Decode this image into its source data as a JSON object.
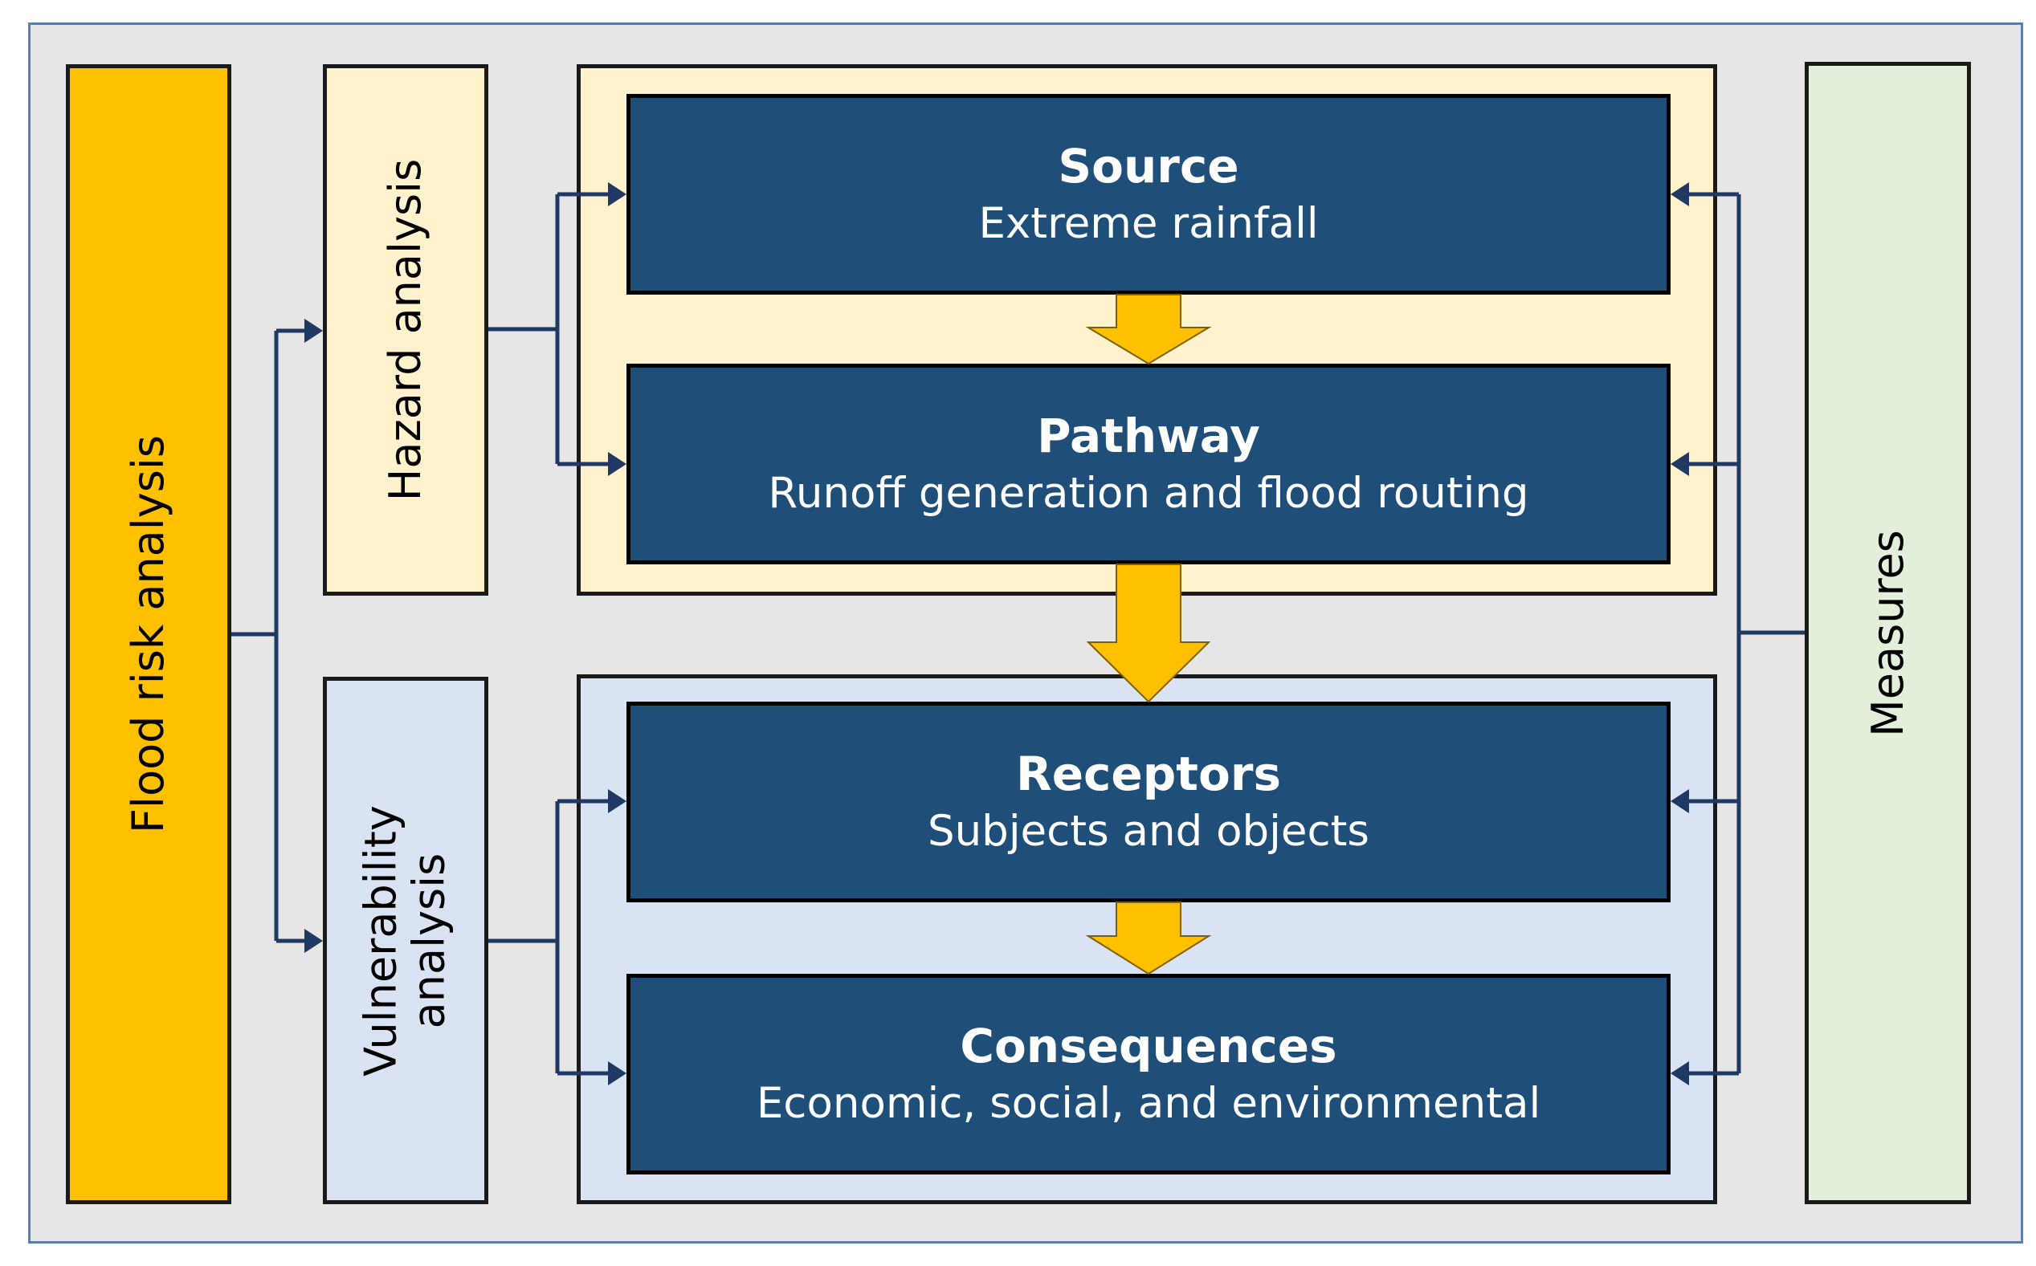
{
  "panels": {
    "flood_risk_analysis": "Flood risk analysis",
    "hazard_analysis": "Hazard analysis",
    "vulnerability_analysis_line1": "Vulnerability",
    "vulnerability_analysis_line2": "analysis",
    "measures": "Measures"
  },
  "chain": [
    {
      "title": "Source",
      "subtitle": "Extreme rainfall"
    },
    {
      "title": "Pathway",
      "subtitle": "Runoff generation and flood routing"
    },
    {
      "title": "Receptors",
      "subtitle": "Subjects and objects"
    },
    {
      "title": "Consequences",
      "subtitle": "Economic, social, and environmental"
    }
  ],
  "colors": {
    "background": "#e6e6e6",
    "flood_risk_panel": "#ffc000",
    "hazard_panel": "#fff2cc",
    "vulnerability_panel": "#dae3f3",
    "measures_panel": "#e2efda",
    "chain_box": "#1f4e79",
    "connector_line": "#1f3864",
    "flow_arrow": "#ffc000"
  }
}
